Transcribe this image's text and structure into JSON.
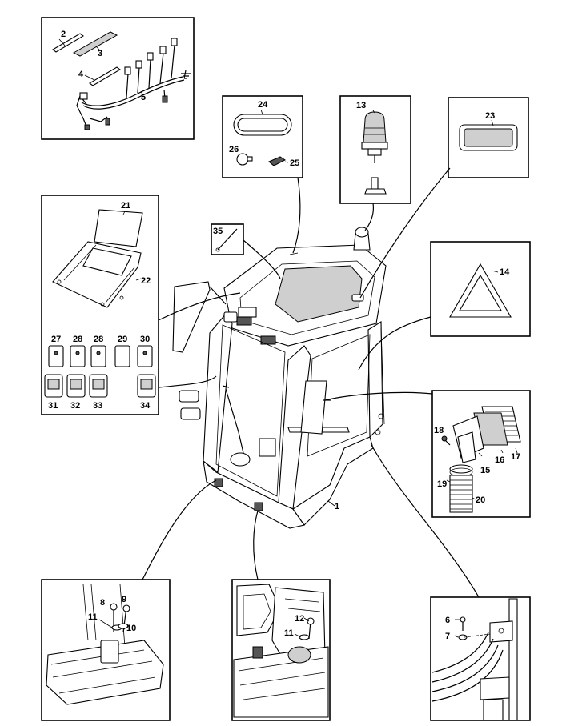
{
  "labels": {
    "l1": "1",
    "l2": "2",
    "l3": "3",
    "l4": "4",
    "l5": "5",
    "l6": "6",
    "l7": "7",
    "l8": "8",
    "l9": "9",
    "l10": "10",
    "l11a": "11",
    "l11b": "11",
    "l12": "12",
    "l13": "13",
    "l14": "14",
    "l15": "15",
    "l16": "16",
    "l17": "17",
    "l18": "18",
    "l19": "19",
    "l20": "20",
    "l21": "21",
    "l22": "22",
    "l23": "23",
    "l24": "24",
    "l25": "25",
    "l26": "26",
    "l27": "27",
    "l28a": "28",
    "l28b": "28",
    "l29": "29",
    "l30": "30",
    "l31": "31",
    "l32": "32",
    "l33": "33",
    "l34": "34",
    "l35": "35"
  }
}
